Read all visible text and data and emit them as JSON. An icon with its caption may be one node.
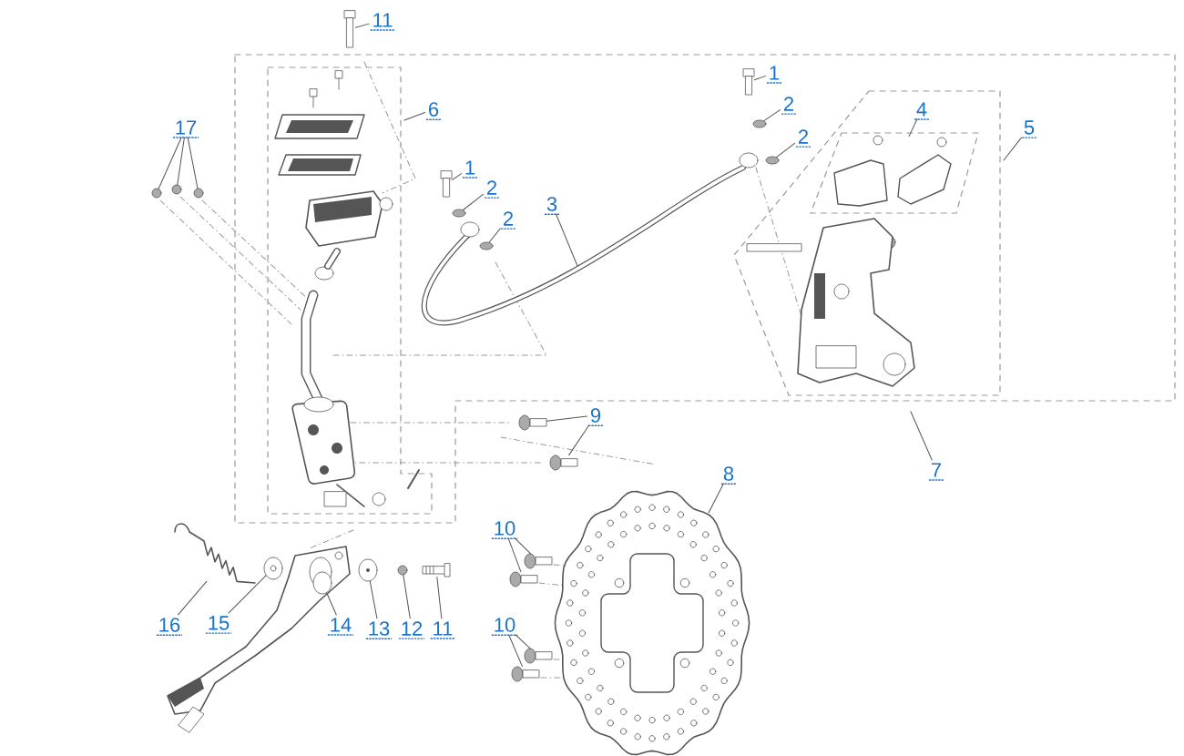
{
  "diagram": {
    "nodes": [
      {
        "text": [
          "11"
        ]
      },
      {
        "text": [
          "1"
        ]
      },
      {
        "text": [
          "2"
        ]
      },
      {
        "text": [
          "6"
        ]
      },
      {
        "text": [
          "4"
        ]
      },
      {
        "text": [
          "17"
        ]
      },
      {
        "text": [
          "5"
        ]
      },
      {
        "text": [
          "2"
        ]
      },
      {
        "text": [
          "1"
        ]
      },
      {
        "text": [
          "2"
        ]
      },
      {
        "text": [
          "3"
        ]
      },
      {
        "text": [
          "2"
        ]
      },
      {
        "text": [
          "9"
        ]
      },
      {
        "text": [
          "7"
        ]
      },
      {
        "text": [
          "8"
        ]
      },
      {
        "text": [
          "10"
        ]
      },
      {
        "text": [
          "16"
        ]
      },
      {
        "text": [
          "15"
        ]
      },
      {
        "text": [
          "14"
        ]
      },
      {
        "text": [
          "13"
        ]
      },
      {
        "text": [
          "12"
        ]
      },
      {
        "text": [
          "11"
        ]
      },
      {
        "text": [
          "10"
        ]
      },
      {
        "text": [],
        "shape": "picture"
      },
      {
        "text": [],
        "shape": "circle"
      },
      {
        "text": [],
        "shape": "circle"
      },
      {
        "text": [],
        "shape": "circle"
      },
      {
        "text": [],
        "shape": "picture"
      },
      {
        "text": [],
        "shape": "circle"
      },
      {
        "text": [],
        "shape": "circle"
      },
      {
        "text": [],
        "shape": "picture"
      },
      {
        "text": [],
        "shape": "circle"
      },
      {
        "text": [],
        "shape": "circle"
      },
      {
        "text": [],
        "shape": "picture"
      },
      {
        "text": [],
        "shape": "picture"
      },
      {
        "text": [],
        "shape": "picture"
      },
      {
        "text": [],
        "shape": "picture"
      },
      {
        "text": [],
        "shape": "picture"
      },
      {
        "text": [],
        "shape": "picture"
      },
      {
        "text": [],
        "shape": "picture"
      },
      {
        "text": [],
        "shape": "picture"
      },
      {
        "text": [],
        "shape": "picture"
      },
      {
        "text": [],
        "shape": "picture"
      },
      {
        "text": [],
        "shape": "circle"
      },
      {
        "text": [],
        "shape": "picture"
      },
      {
        "text": [],
        "shape": "circle"
      },
      {
        "text": [],
        "shape": "picture"
      }
    ],
    "edges": [
      {
        "from": 0,
        "to": 23,
        "arrow": "none"
      },
      {
        "from": 1,
        "to": 30,
        "arrow": "none"
      },
      {
        "from": 2,
        "to": 31,
        "arrow": "none"
      },
      {
        "from": 3,
        "to": null,
        "arrow": "none"
      },
      {
        "from": 4,
        "to": 33,
        "arrow": "none"
      },
      {
        "from": 5,
        "to": 24,
        "arrow": "none"
      },
      {
        "from": 5,
        "to": 25,
        "arrow": "none"
      },
      {
        "from": 5,
        "to": 26,
        "arrow": "none"
      },
      {
        "from": 6,
        "to": null,
        "arrow": "none"
      },
      {
        "from": 7,
        "to": 32,
        "arrow": "none"
      },
      {
        "from": 8,
        "to": 27,
        "arrow": "none"
      },
      {
        "from": 9,
        "to": 28,
        "arrow": "none"
      },
      {
        "from": 10,
        "to": null,
        "arrow": "none"
      },
      {
        "from": 11,
        "to": 29,
        "arrow": "none"
      },
      {
        "from": 12,
        "to": 34,
        "arrow": "none"
      },
      {
        "from": 12,
        "to": 35,
        "arrow": "none"
      },
      {
        "from": 13,
        "to": null,
        "arrow": "none"
      },
      {
        "from": 14,
        "to": 38,
        "arrow": "none"
      },
      {
        "from": 15,
        "to": 36,
        "arrow": "none"
      },
      {
        "from": 15,
        "to": 37,
        "arrow": "none"
      },
      {
        "from": 16,
        "to": 41,
        "arrow": "none"
      },
      {
        "from": 17,
        "to": 42,
        "arrow": "none"
      },
      {
        "from": 18,
        "to": 43,
        "arrow": "none"
      },
      {
        "from": 19,
        "to": 44,
        "arrow": "none"
      },
      {
        "from": 20,
        "to": 45,
        "arrow": "none"
      },
      {
        "from": 21,
        "to": 46,
        "arrow": "none"
      },
      {
        "from": 22,
        "to": 39,
        "arrow": "none"
      },
      {
        "from": 22,
        "to": 40,
        "arrow": "none"
      }
    ]
  }
}
